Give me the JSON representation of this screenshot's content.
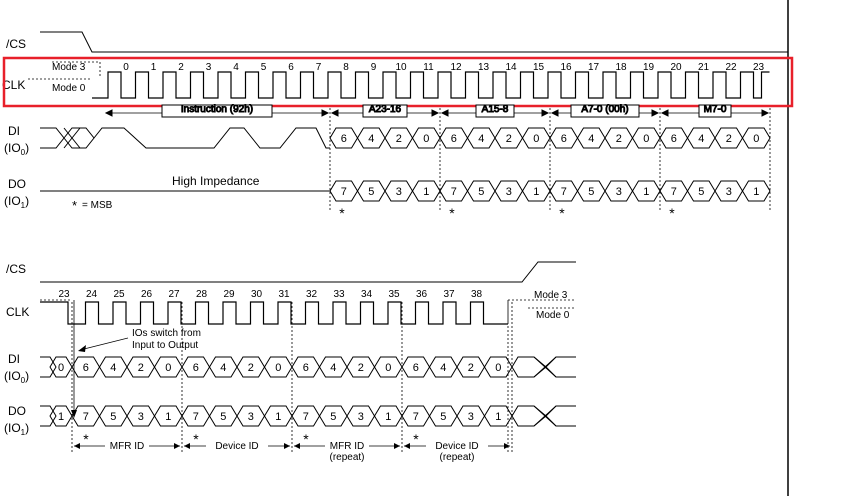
{
  "top": {
    "cs_label": "/CS",
    "clk_label": "CLK",
    "mode3": "Mode 3",
    "mode0": "Mode 0",
    "di_label": "DI",
    "di_sub": "(IO",
    "di_sub_idx": "0",
    "do_label": "DO",
    "do_sub": "(IO",
    "do_sub_idx": "1",
    "clock_numbers": [
      "0",
      "1",
      "2",
      "3",
      "4",
      "5",
      "6",
      "7",
      "8",
      "9",
      "10",
      "11",
      "12",
      "13",
      "14",
      "15",
      "16",
      "17",
      "18",
      "19",
      "20",
      "21",
      "22",
      "23"
    ],
    "instruction": "Instruction (92h)",
    "segments": [
      "A23-16",
      "A15-8",
      "A7-0 (00h)",
      "M7-0"
    ],
    "di_bits": [
      [
        "6",
        "4",
        "2",
        "0"
      ],
      [
        "6",
        "4",
        "2",
        "0"
      ],
      [
        "6",
        "4",
        "2",
        "0"
      ],
      [
        "6",
        "4",
        "2",
        "0"
      ]
    ],
    "do_bits": [
      [
        "7",
        "5",
        "3",
        "1"
      ],
      [
        "7",
        "5",
        "3",
        "1"
      ],
      [
        "7",
        "5",
        "3",
        "1"
      ],
      [
        "7",
        "5",
        "3",
        "1"
      ]
    ],
    "high_impedance": "High Impedance",
    "msb_note": "= MSB",
    "star": "*"
  },
  "bottom": {
    "cs_label": "/CS",
    "clk_label": "CLK",
    "mode3": "Mode 3",
    "mode0": "Mode 0",
    "di_label": "DI",
    "do_label": "DO",
    "clock_numbers": [
      "23",
      "24",
      "25",
      "26",
      "27",
      "28",
      "29",
      "30",
      "31",
      "32",
      "33",
      "34",
      "35",
      "36",
      "37",
      "38"
    ],
    "io_switch_line1": "IOs switch from",
    "io_switch_line2": "Input to Output",
    "di_first": "0",
    "do_first": "1",
    "di_bits": [
      [
        "6",
        "4",
        "2",
        "0"
      ],
      [
        "6",
        "4",
        "2",
        "0"
      ],
      [
        "6",
        "4",
        "2",
        "0"
      ],
      [
        "6",
        "4",
        "2",
        "0"
      ]
    ],
    "do_bits": [
      [
        "7",
        "5",
        "3",
        "1"
      ],
      [
        "7",
        "5",
        "3",
        "1"
      ],
      [
        "7",
        "5",
        "3",
        "1"
      ],
      [
        "7",
        "5",
        "3",
        "1"
      ]
    ],
    "ids": [
      {
        "line1": "MFR ID",
        "line2": ""
      },
      {
        "line1": "Device ID",
        "line2": ""
      },
      {
        "line1": "MFR ID",
        "line2": "(repeat)"
      },
      {
        "line1": "Device ID",
        "line2": "(repeat)"
      }
    ]
  },
  "highlight_color": "#e8202a"
}
